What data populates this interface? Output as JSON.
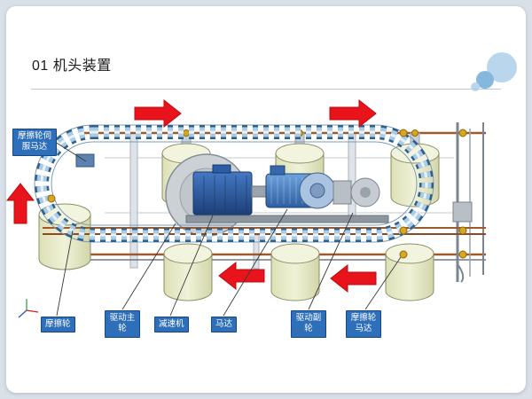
{
  "slide": {
    "title": "01 机头装置"
  },
  "labels": {
    "servo_motor": "摩擦轮伺服马达",
    "friction_wheel": "摩擦轮",
    "drive_main_wheel": "驱动主轮",
    "reducer": "减速机",
    "motor": "马达",
    "drive_secondary_wheel": "驱动副轮",
    "friction_wheel_motor": "摩擦轮马达"
  },
  "arrows": [
    {
      "name": "flow-arrow-top-left",
      "direction": "right"
    },
    {
      "name": "flow-arrow-top-right",
      "direction": "right"
    },
    {
      "name": "flow-arrow-left",
      "direction": "up"
    },
    {
      "name": "flow-arrow-bottom-middle",
      "direction": "left"
    },
    {
      "name": "flow-arrow-bottom-right",
      "direction": "left"
    }
  ],
  "colors": {
    "arrow_red": "#e8131b",
    "label_blue": "#2e6fba",
    "rail_copper": "#a05a2a",
    "roller_fill": "#e7e9c9",
    "machine_blue": "#2a5ca8",
    "page_background": "#d9e0e8"
  }
}
